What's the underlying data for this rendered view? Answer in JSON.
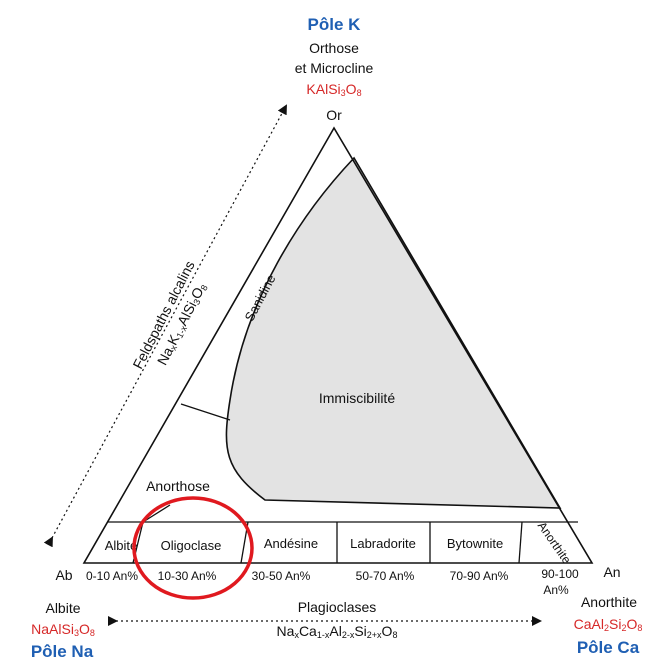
{
  "poles": {
    "k": {
      "title": "Pôle K",
      "mineral_line1": "Orthose",
      "mineral_line2": "et Microcline",
      "formula_main": "KAlSi",
      "formula_sub1": "3",
      "formula_o": "O",
      "formula_sub2": "8",
      "vertex": "Or"
    },
    "na": {
      "title": "Pôle Na",
      "mineral": "Albite",
      "formula_main": "NaAlSi",
      "formula_sub1": "3",
      "formula_o": "O",
      "formula_sub2": "8",
      "vertex": "Ab"
    },
    "ca": {
      "title": "Pôle Ca",
      "mineral": "Anorthite",
      "formula_main": "CaAl",
      "formula_sub1": "2",
      "formula_si": "Si",
      "formula_sub2": "2",
      "formula_o": "O",
      "formula_sub3": "8",
      "vertex": "An"
    }
  },
  "alkali_feldspars": {
    "label": "Feldspaths alcalins",
    "formula": {
      "na": "Na",
      "x1": "x",
      "k": "K",
      "onemx": "1-x",
      "alsi": "AlSi",
      "three": "3",
      "o": "O",
      "eight": "8"
    }
  },
  "plagioclases": {
    "label": "Plagioclases",
    "formula": {
      "na": "Na",
      "x": "x",
      "ca": "Ca",
      "onemx": "1-x",
      "al": "Al",
      "twomx": "2-x",
      "si": "Si",
      "twopx": "2+x",
      "o": "O",
      "eight": "8"
    }
  },
  "regions": {
    "sanidine": "Sanidine",
    "immiscibility": "Immiscibilité",
    "anorthose": "Anorthose"
  },
  "series": [
    {
      "name": "Albite",
      "range": "0-10 An%"
    },
    {
      "name": "Oligoclase",
      "range": "10-30 An%"
    },
    {
      "name": "Andésine",
      "range": "30-50 An%"
    },
    {
      "name": "Labradorite",
      "range": "50-70 An%"
    },
    {
      "name": "Bytownite",
      "range": "70-90 An%"
    },
    {
      "name": "Anorthite",
      "range_line1": "90-100",
      "range_line2": "An%"
    }
  ],
  "colors": {
    "pole_title": "#1f5fb3",
    "formula": "#d62828",
    "highlight_circle": "#e0191f",
    "immiscibility_fill": "#e3e3e3",
    "outline": "#111111"
  }
}
